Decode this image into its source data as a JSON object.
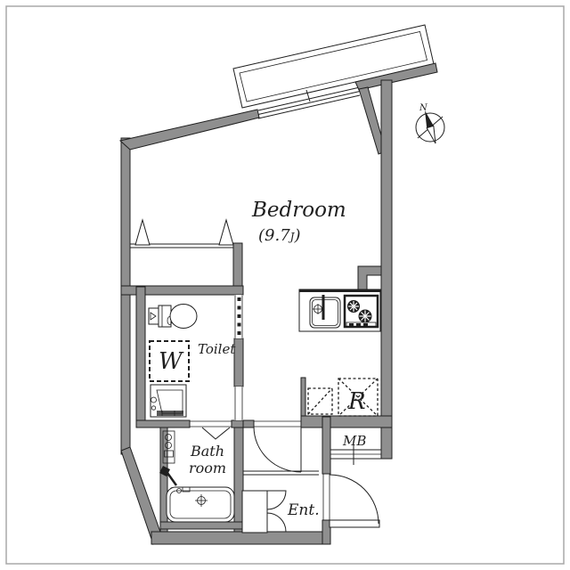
{
  "floor_plan": {
    "rooms": {
      "bedroom": {
        "name": "Bedroom",
        "area": "(9.7J)",
        "area_parts": {
          "open": "(9.7",
          "unit": "J",
          "close": ")"
        }
      },
      "toilet": {
        "name": "Toilet"
      },
      "bathroom": {
        "name_line1": "Bath",
        "name_line2": "room"
      },
      "entrance": {
        "abbr": "Ent."
      }
    },
    "fixtures": {
      "washing_machine_abbr": "W",
      "refrigerator_abbr": "R",
      "meter_box_abbr": "MB"
    },
    "compass": {
      "north_label": "N"
    },
    "colors": {
      "wall_fill": "#8f8f8f",
      "line": "#1f1f1f",
      "background": "#ffffff",
      "frame": "#a9a9a9"
    }
  }
}
